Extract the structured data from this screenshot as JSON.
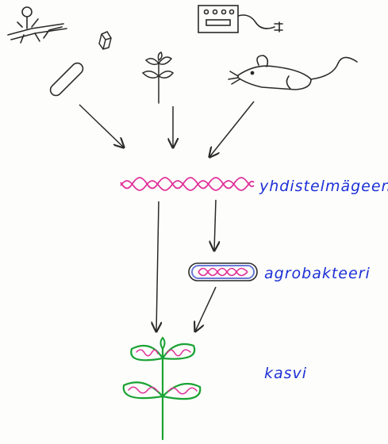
{
  "labels": {
    "recombinant_gene": "yhdistelmägeeni",
    "agrobacterium": "agrobakteeri",
    "plant": "kasvi"
  },
  "colors": {
    "ink": "#2a2a2a",
    "dna": "#e0309a",
    "plant": "#1aa334",
    "label": "#1c2fd6",
    "capsule": "#6a7bd8"
  },
  "icons": {
    "virus": "bacteriophage-icon",
    "crystal": "crystal-icon",
    "bacterium": "bacterium-icon",
    "seedling": "seedling-icon",
    "device": "electrophoresis-device-icon",
    "mouse": "mouse-icon",
    "gene": "dna-helix-icon",
    "agro": "agrobacterium-icon",
    "plant": "transgenic-plant-icon"
  }
}
